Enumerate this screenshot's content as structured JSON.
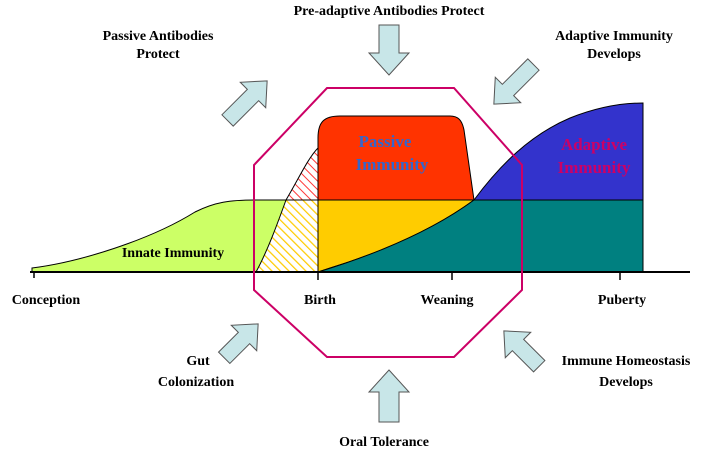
{
  "top_labels": {
    "pre_adaptive": "Pre-adaptive Antibodies Protect",
    "passive_antibodies_line1": "Passive Antibodies",
    "passive_antibodies_line2": "Protect",
    "adaptive_develops_line1": "Adaptive Immunity",
    "adaptive_develops_line2": "Develops"
  },
  "regions": {
    "innate": "Innate Immunity",
    "passive_line1": "Passive",
    "passive_line2": "Immunity",
    "adaptive_line1": "Adaptive",
    "adaptive_line2": "Immunity"
  },
  "timeline": {
    "conception": "Conception",
    "birth": "Birth",
    "weaning": "Weaning",
    "puberty": "Puberty"
  },
  "bottom_labels": {
    "gut_line1": "Gut",
    "gut_line2": "Colonization",
    "oral_tolerance": "Oral Tolerance",
    "homeostasis_line1": "Immune Homeostasis",
    "homeostasis_line2": "Develops"
  },
  "colors": {
    "innate": "#ccff66",
    "passive": "#ff3300",
    "pre_adaptive_hatch": "#ff3333",
    "maternal_yellow": "#ffcc00",
    "adaptive": "#3333cc",
    "homeostasis": "#008080",
    "octagon": "#cc0066",
    "arrow_fill": "#c8e6e8",
    "passive_text": "#3366cc",
    "adaptive_text": "#cc0066"
  }
}
